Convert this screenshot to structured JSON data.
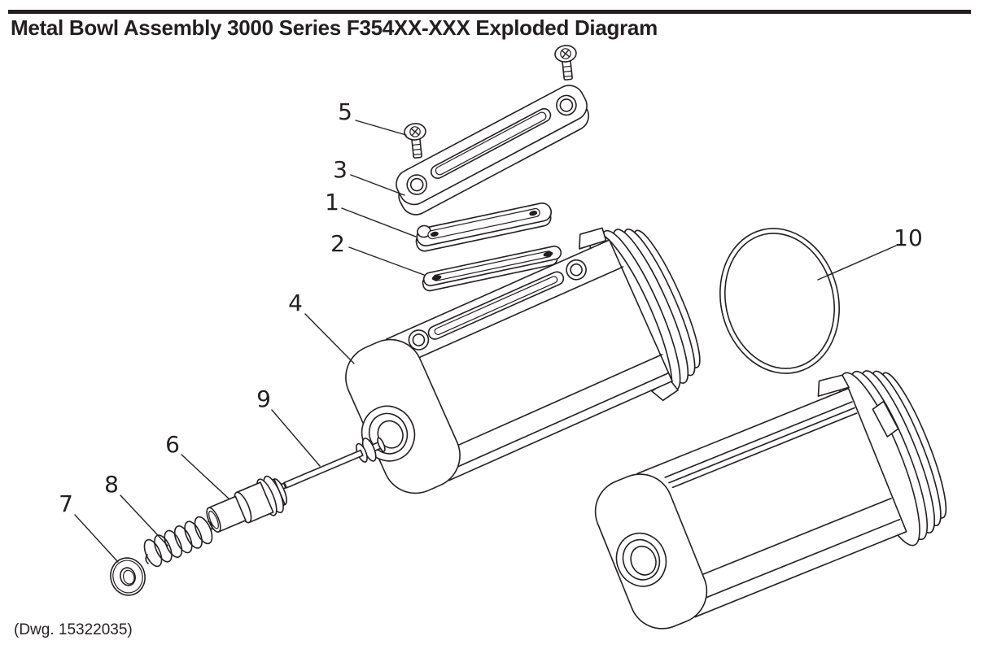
{
  "page": {
    "background": "#ffffff",
    "ink_color": "#231f20"
  },
  "header": {
    "title": "Metal Bowl Assembly 3000 Series F354XX-XXX Exploded Diagram"
  },
  "footer": {
    "drawing_note": "(Dwg. 15322035)"
  },
  "diagram": {
    "kind": "exploded-parts-diagram",
    "callouts": [
      {
        "label": "5"
      },
      {
        "label": "3"
      },
      {
        "label": "1"
      },
      {
        "label": "2"
      },
      {
        "label": "4"
      },
      {
        "label": "9"
      },
      {
        "label": "6"
      },
      {
        "label": "8"
      },
      {
        "label": "7"
      },
      {
        "label": "10"
      }
    ]
  }
}
